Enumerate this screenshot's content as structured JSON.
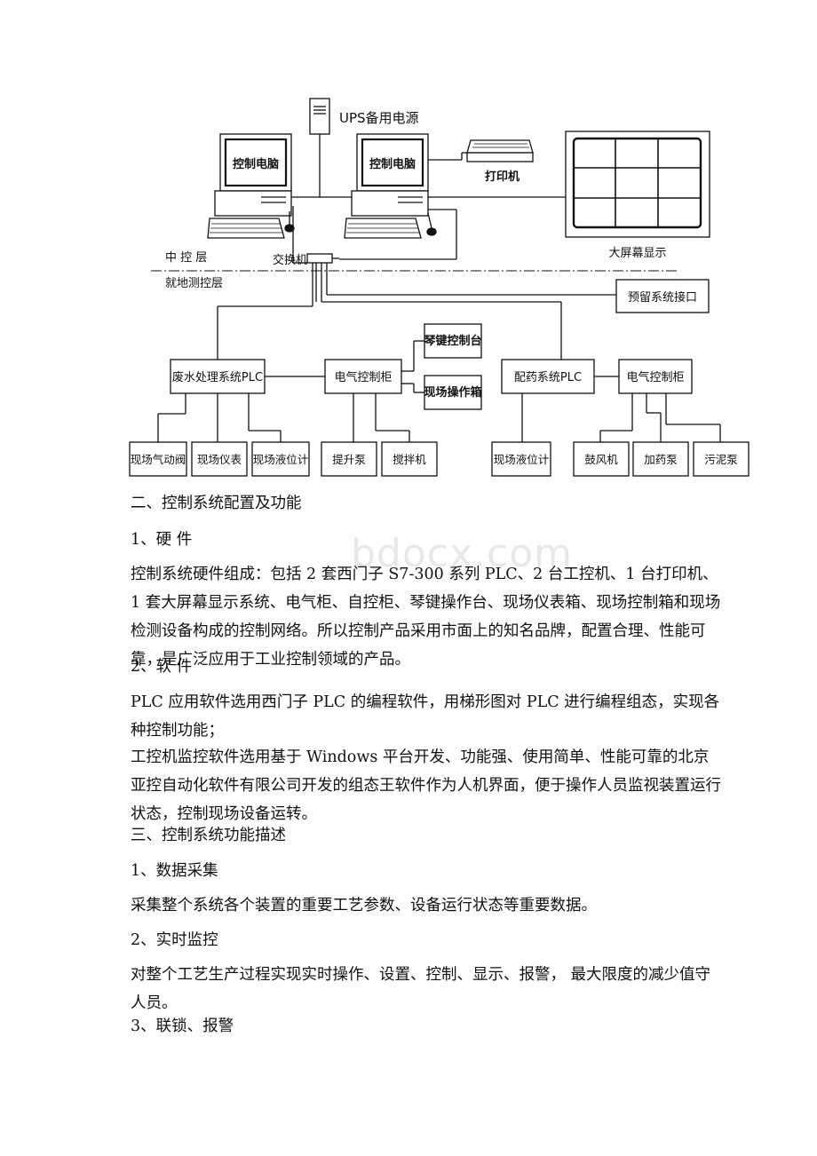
{
  "diagram": {
    "ups": "UPS备用电源",
    "pc_left": "控制电脑",
    "pc_right": "控制电脑",
    "printer": "打印机",
    "big_screen": "大屏幕显示",
    "central_layer": "中 控 层",
    "switch": "交换机",
    "field_layer": "就地测控层",
    "reserved_interface": "预留系统接口",
    "plc_wastewater": "废水处理系统PLC",
    "cabinet_left": "电气控制柜",
    "console": "琴键控制台",
    "field_box": "现场操作箱",
    "plc_dosing": "配药系统PLC",
    "cabinet_right": "电气控制柜",
    "valve": "现场气动阀",
    "meter": "现场仪表",
    "level_left": "现场液位计",
    "lift_pump": "提升泵",
    "mixer": "搅拌机",
    "level_right": "现场液位计",
    "blower": "鼓风机",
    "dosing_pump": "加药泵",
    "sludge_pump": "污泥泵"
  },
  "watermark": "bdocx.com",
  "doc": {
    "section2_title": "二、控制系统配置及功能",
    "hardware_title": "1、硬 件",
    "hardware_text": "控制系统硬件组成：包括 2 套西门子 S7-300 系列 PLC、2 台工控机、1 台打印机、1 套大屏幕显示系统、电气柜、自控柜、琴键操作台、现场仪表箱、现场控制箱和现场检测设备构成的控制网络。所以控制产品采用市面上的知名品牌，配置合理、性能可靠，是广泛应用于工业控制领域的产品。",
    "software_title": "2、软 件",
    "software_text1": "PLC 应用软件选用西门子 PLC 的编程软件，用梯形图对 PLC 进行编程组态，实现各种控制功能；",
    "software_text2": "工控机监控软件选用基于 Windows 平台开发、功能强、使用简单、性能可靠的北京亚控自动化软件有限公司开发的组态王软件作为人机界面，便于操作人员监视装置运行状态，控制现场设备运转。",
    "section3_title": "三、控制系统功能描述",
    "acq_title": "1、数据采集",
    "acq_text": "采集整个系统各个装置的重要工艺参数、设备运行状态等重要数据。",
    "monitor_title": "2、实时监控",
    "monitor_text": "对整个工艺生产过程实现实时操作、设置、控制、显示、报警， 最大限度的减少值守人员。",
    "interlock_title": "3、联锁、报警"
  }
}
